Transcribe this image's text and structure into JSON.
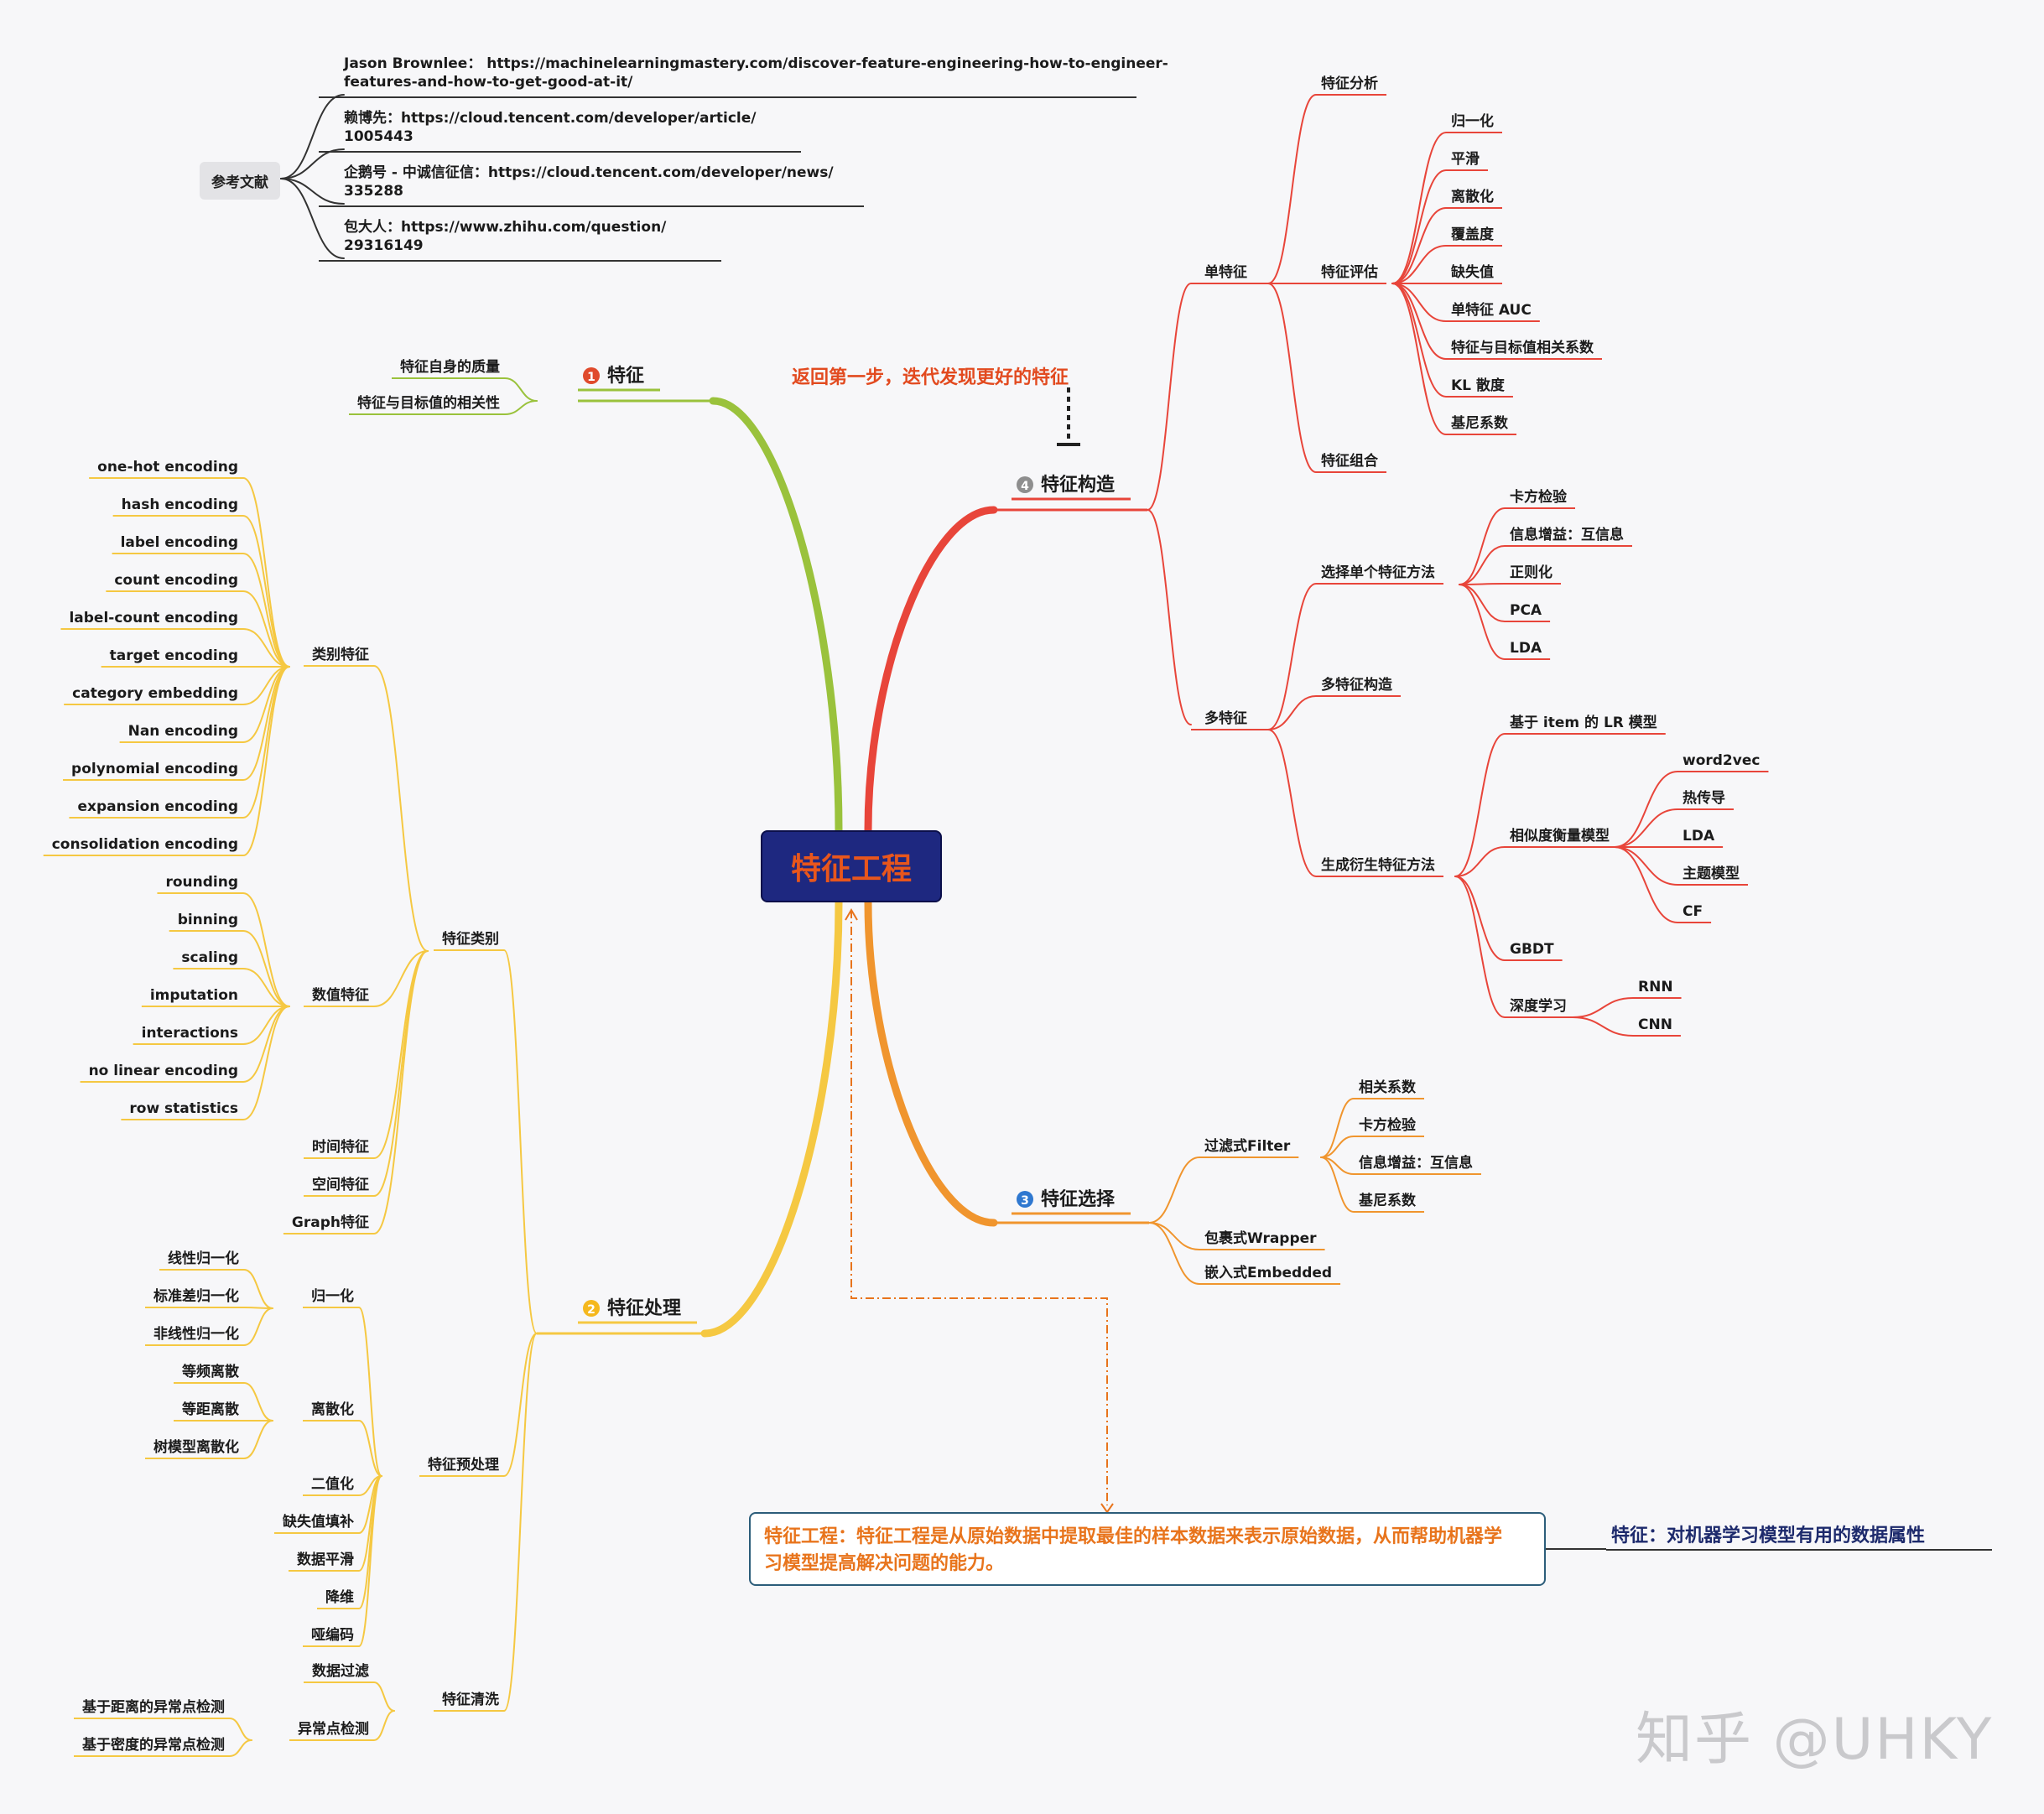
{
  "root": "特征工程",
  "references": {
    "label": "参考文献",
    "items": [
      [
        "Jason Brownlee：  https://machinelearningmastery.com/discover-feature-engineering-how-to-engineer-",
        "features-and-how-to-get-good-at-it/"
      ],
      [
        "赖博先：https://cloud.tencent.com/developer/article/",
        "1005443"
      ],
      [
        "企鹅号 - 中诚信征信：https://cloud.tencent.com/developer/news/",
        "335288"
      ],
      [
        "包大人：https://www.zhihu.com/question/",
        "29316149"
      ]
    ]
  },
  "feedback_note": "返回第一步，迭代发现更好的特征",
  "note_box": {
    "line1": "特征工程：特征工程是从原始数据中提取最佳的样本数据来表示原始数据，从而帮助机器学",
    "line2": "习模型提高解决问题的能力。"
  },
  "definition": "特征：对机器学习模型有用的数据属性",
  "watermark": "知乎 @UHKY",
  "branches": {
    "b1": {
      "num": "1",
      "label": "特征",
      "color": "#9ac23c",
      "num_color": "#e04a2c",
      "children": [
        "特征自身的质量",
        "特征与目标值的相关性"
      ]
    },
    "b2": {
      "num": "2",
      "label": "特征处理",
      "color": "#f5c842",
      "num_color": "#f5b81e",
      "types": {
        "label": "特征类别",
        "categorical": {
          "label": "类别特征",
          "items": [
            "one-hot encoding",
            "hash encoding",
            "label encoding",
            "count encoding",
            "label-count encoding",
            "target encoding",
            "category embedding",
            "Nan encoding",
            "polynomial encoding",
            "expansion encoding",
            "consolidation encoding"
          ]
        },
        "numeric": {
          "label": "数值特征",
          "items": [
            "rounding",
            "binning",
            "scaling",
            "imputation",
            "interactions",
            "no linear encoding",
            "row statistics"
          ]
        },
        "others": [
          "时间特征",
          "空间特征",
          "Graph特征"
        ]
      },
      "preprocess": {
        "label": "特征预处理",
        "normalize": {
          "label": "归一化",
          "items": [
            "线性归一化",
            "标准差归一化",
            "非线性归一化"
          ]
        },
        "discretize": {
          "label": "离散化",
          "items": [
            "等频离散",
            "等距离散",
            "树模型离散化"
          ]
        },
        "others": [
          "二值化",
          "缺失值填补",
          "数据平滑",
          "降维",
          "哑编码"
        ]
      },
      "cleaning": {
        "label": "特征清洗",
        "filter": "数据过滤",
        "outlier": {
          "label": "异常点检测",
          "items": [
            "基于距离的异常点检测",
            "基于密度的异常点检测"
          ]
        }
      }
    },
    "b3": {
      "num": "3",
      "label": "特征选择",
      "color": "#f0952e",
      "num_color": "#2f78d0",
      "filter": {
        "label": "过滤式Filter",
        "items": [
          "相关系数",
          "卡方检验",
          "信息增益：互信息",
          "基尼系数"
        ]
      },
      "wrapper": "包裹式Wrapper",
      "embedded": "嵌入式Embedded"
    },
    "b4": {
      "num": "4",
      "label": "特征构造",
      "color": "#e8453a",
      "num_color": "#8e8e8e",
      "single": {
        "label": "单特征",
        "analysis": "特征分析",
        "eval": {
          "label": "特征评估",
          "items": [
            "归一化",
            "平滑",
            "离散化",
            "覆盖度",
            "缺失值",
            "单特征 AUC",
            "特征与目标值相关系数",
            "KL 散度",
            "基尼系数"
          ]
        },
        "combo": "特征组合"
      },
      "multi": {
        "label": "多特征",
        "select": {
          "label": "选择单个特征方法",
          "items": [
            "卡方检验",
            "信息增益：互信息",
            "正则化",
            "PCA",
            "LDA"
          ]
        },
        "construct": "多特征构造",
        "derive": {
          "label": "生成衍生特征方法",
          "lr": "基于 item 的 LR 模型",
          "sim": {
            "label": "相似度衡量模型",
            "items": [
              "word2vec",
              "热传导",
              "LDA",
              "主题模型",
              "CF"
            ]
          },
          "gbdt": "GBDT",
          "dl": {
            "label": "深度学习",
            "items": [
              "RNN",
              "CNN"
            ]
          }
        }
      }
    }
  },
  "colors": {
    "branch4_sub": "#e0543e",
    "branch3_sub": "#f0952e",
    "branch2_sub": "#f5c842",
    "branch1_sub": "#9ac23c",
    "dash": "#e8741c"
  }
}
